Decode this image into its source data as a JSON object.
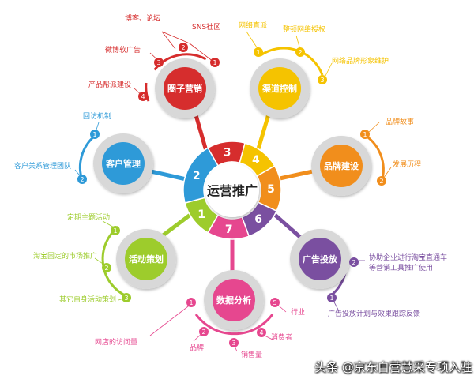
{
  "center": {
    "label": "运营推广",
    "segments": [
      {
        "num": "1",
        "color": "#9dcc2c"
      },
      {
        "num": "2",
        "color": "#2e9ad8"
      },
      {
        "num": "3",
        "color": "#d62d2d"
      },
      {
        "num": "4",
        "color": "#f5c300"
      },
      {
        "num": "5",
        "color": "#f18e1c"
      },
      {
        "num": "6",
        "color": "#7a4fa0"
      },
      {
        "num": "7",
        "color": "#e6478f"
      }
    ]
  },
  "nodes": {
    "circle_marketing": {
      "label": "圈子营销",
      "color": "#d62d2d",
      "subs": [
        {
          "num": "1",
          "text": "SNS社区"
        },
        {
          "num": "2",
          "text": "博客、论坛"
        },
        {
          "num": "3",
          "text": "微博软广告"
        },
        {
          "num": "4",
          "text": "产品帮派建设"
        }
      ]
    },
    "channel_control": {
      "label": "渠道控制",
      "color": "#f5c300",
      "subs": [
        {
          "num": "1",
          "text": "网络直派"
        },
        {
          "num": "2",
          "text": "整顿网络授权"
        },
        {
          "num": "3",
          "text": "网络品牌形象维护"
        }
      ]
    },
    "brand_building": {
      "label": "品牌建设",
      "color": "#f18e1c",
      "subs": [
        {
          "num": "1",
          "text": "品牌故事"
        },
        {
          "num": "2",
          "text": "发展历程"
        }
      ]
    },
    "customer_mgmt": {
      "label": "客户管理",
      "color": "#2e9ad8",
      "subs": [
        {
          "num": "1",
          "text": "回访机制"
        },
        {
          "num": "2",
          "text": "客户关系管理团队"
        }
      ]
    },
    "activity_planning": {
      "label": "活动策划",
      "color": "#9dcc2c",
      "subs": [
        {
          "num": "1",
          "text": "定期主题活动"
        },
        {
          "num": "2",
          "text": "淘宝固定的市场推广"
        },
        {
          "num": "3",
          "text": "其它自身活动策划"
        }
      ]
    },
    "ad_placement": {
      "label": "广告投放",
      "color": "#7a4fa0",
      "subs": [
        {
          "num": "2",
          "text": "协助企业进行淘宝直通车等营销工具推广使用"
        },
        {
          "num": "1",
          "text": "广告投放计划与效果跟踪反馈"
        }
      ]
    },
    "data_analysis": {
      "label": "数据分析",
      "color": "#e6478f",
      "subs": [
        {
          "num": "1",
          "text": "网店的访问量"
        },
        {
          "num": "2",
          "text": "品牌"
        },
        {
          "num": "3",
          "text": "销售量"
        },
        {
          "num": "4",
          "text": "消费者"
        },
        {
          "num": "5",
          "text": "行业"
        }
      ]
    }
  },
  "watermark": "头条 @京东自营慧采专项入驻"
}
